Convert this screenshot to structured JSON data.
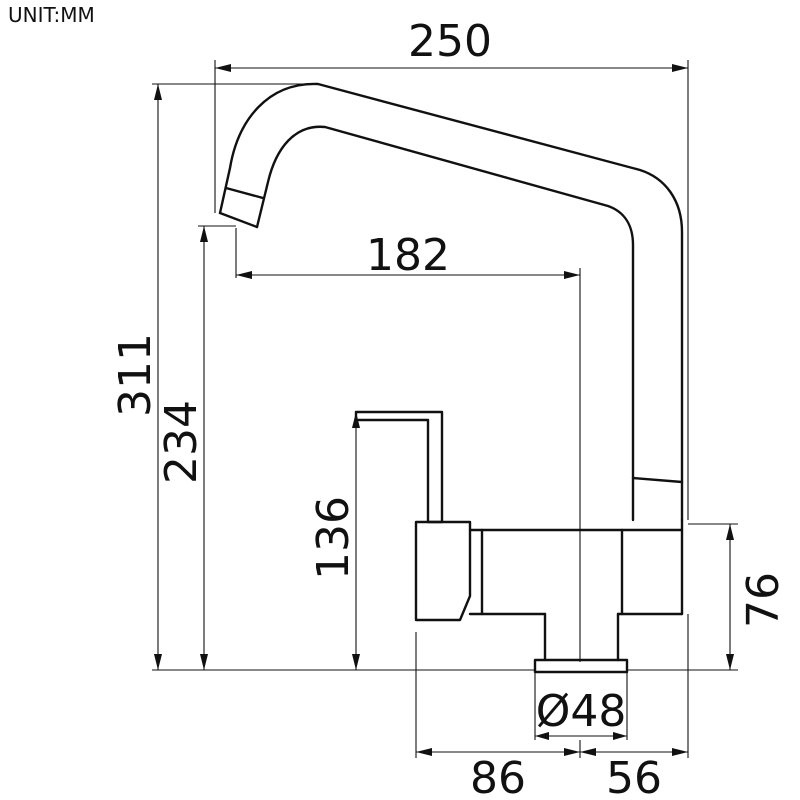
{
  "unit_label": "UNIT:MM",
  "dimensions": {
    "overall_width": "250",
    "spout_reach": "182",
    "overall_height": "311",
    "spout_height": "234",
    "handle_height": "136",
    "base_height": "76",
    "base_diameter": "Ø48",
    "handle_offset": "86",
    "body_offset": "56"
  }
}
